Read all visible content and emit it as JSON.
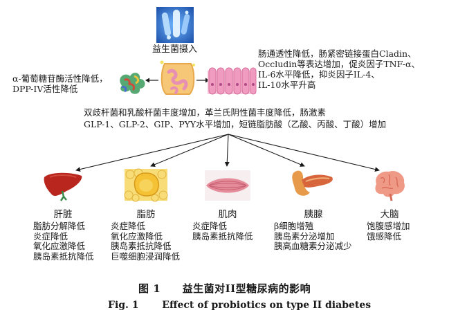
{
  "intake_label": "益生菌摄入",
  "left_effect": [
    "α-葡萄糖苷酶活性降低，",
    "DPP-IV活性降低"
  ],
  "right_effect": [
    "肠通透性降低，肠紧密链接蛋白Cladin、",
    "Occludin等表达增加，促炎因子TNF-α、",
    "IL-6水平降低，抑炎因子IL-4、",
    "IL-10水平升高"
  ],
  "central_effect": [
    "双歧杆菌和乳酸杆菌丰度增加，革兰氏阴性菌丰度降低，肠激素",
    "GLP-1、GLP-2、GIP、PYY水平增加，短链脂肪酸（乙酸、丙酸、丁酸）增加"
  ],
  "organs": [
    {
      "name": "肝脏",
      "effects": [
        "脂肪分解降低",
        "炎症降低",
        "氧化应激降低",
        "胰岛素抵抗降低"
      ],
      "icon": "liver-icon"
    },
    {
      "name": "脂肪",
      "effects": [
        "炎症降低",
        "氧化应激降低",
        "胰岛素抵抗降低",
        "巨噬细胞浸润降低"
      ],
      "icon": "fat-icon"
    },
    {
      "name": "肌肉",
      "effects": [
        "炎症降低",
        "胰岛素抵抗降低"
      ],
      "icon": "muscle-icon"
    },
    {
      "name": "胰腺",
      "effects": [
        "β细胞增殖",
        "胰岛素分泌增加",
        "胰高血糖素分泌减少"
      ],
      "icon": "pancreas-icon"
    },
    {
      "name": "大脑",
      "effects": [
        "饱腹感增加",
        "饿感降低"
      ],
      "icon": "brain-icon"
    }
  ],
  "caption_cn": {
    "num": "图 1",
    "text": "益生菌对II型糖尿病的影响"
  },
  "caption_en": {
    "num": "Fig. 1",
    "text": "Effect of probiotics on type II diabetes"
  },
  "colors": {
    "probiotic_bg": "#2a6fc9",
    "intestine": "#f2b25a",
    "intestine_wall": "#e88fb4",
    "liver": "#b8261e",
    "fat": "#f6d36a",
    "muscle": "#e58c9a",
    "pancreas": "#d8663c",
    "brain": "#ef9a86",
    "arrow": "#1a1a1a"
  }
}
